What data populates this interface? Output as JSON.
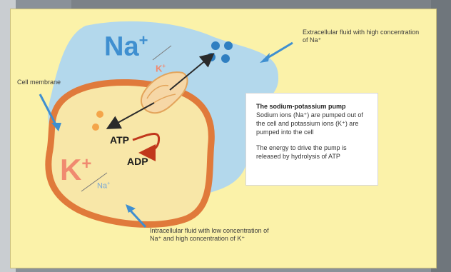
{
  "labels": {
    "na_big": "Na",
    "na_sup": "+",
    "k_small": "K",
    "k_small_sup": "+",
    "k_big": "K",
    "k_big_sup": "+",
    "na_small": "Na",
    "na_small_sup": "+",
    "atp": "ATP",
    "adp": "ADP",
    "extracellular": "Extracellular fluid with high concentration of Na⁺",
    "cell_membrane": "Cell membrane",
    "intracellular": "Intracellular fluid with low concentration of Na⁺ and high concentration of K⁺"
  },
  "info": {
    "title": "The sodium-potassium pump",
    "line1": "Sodium ions (Na⁺) are pumped out of the cell and potassium ions (K⁺) are pumped into the cell",
    "line2": "The energy to drive the pump is released by hydrolysis of ATP"
  },
  "colors": {
    "panel": "#fbf2a9",
    "fluid": "#b3d8ec",
    "cell_fill": "#f8e7a8",
    "membrane": "#e07a3b",
    "arrow_blue": "#3f8fd0",
    "arrow_red": "#c1371c",
    "na_text": "#3f8fd0",
    "k_text": "#f08a70"
  }
}
